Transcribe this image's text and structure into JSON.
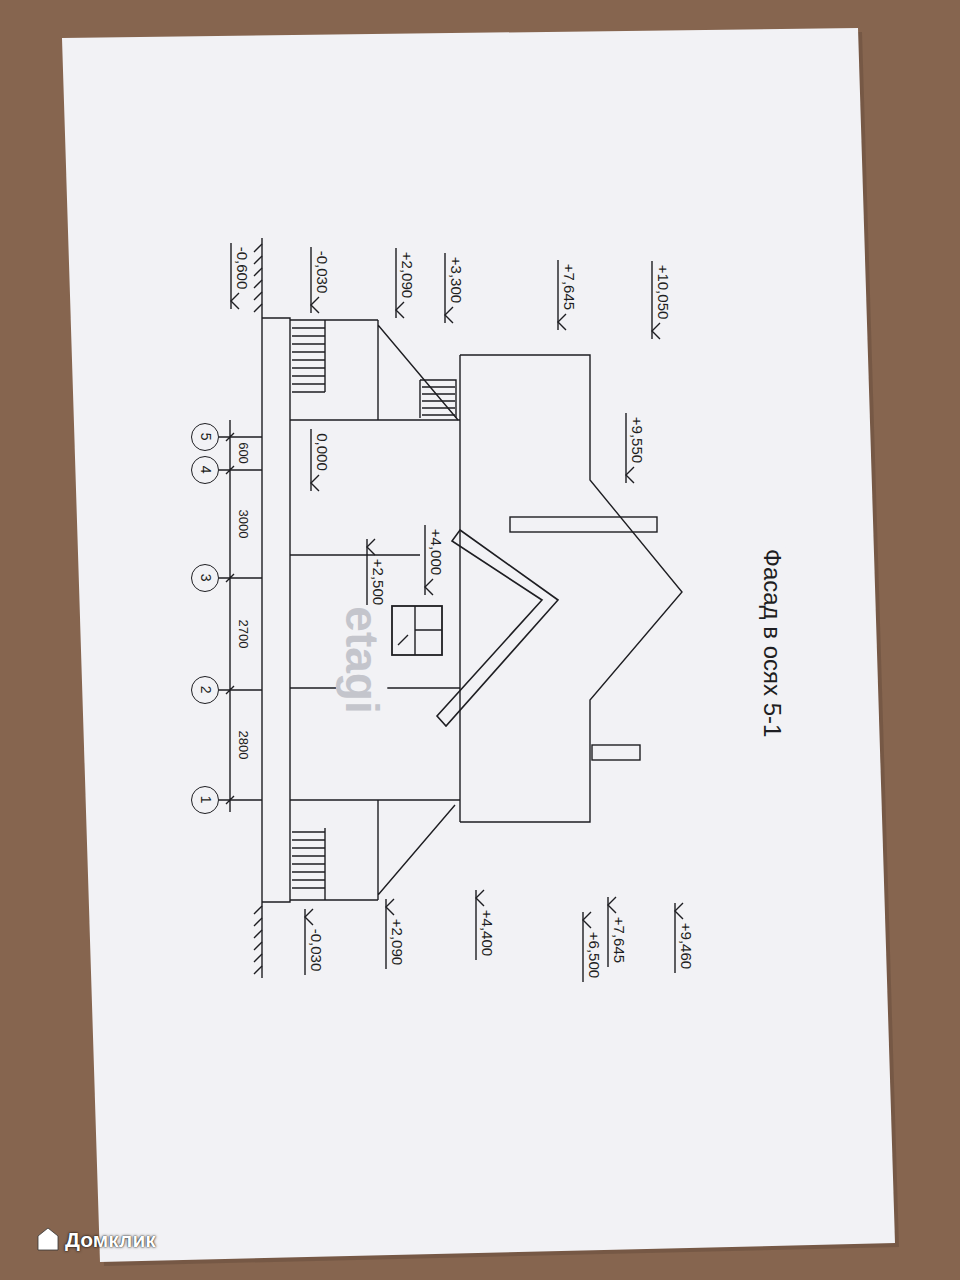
{
  "diagram": {
    "title": "Фасад в осях 5-1",
    "nodes": [
      {
        "text": [
          "5"
        ]
      },
      {
        "text": [
          "4"
        ]
      },
      {
        "text": [
          "3"
        ]
      },
      {
        "text": [
          "2"
        ]
      },
      {
        "text": [
          "1"
        ]
      }
    ],
    "labels": [
      "+10,050",
      "+7,645",
      "+3,300",
      "+2,090",
      "-0,030",
      "-0,600",
      "0,000",
      "600",
      "3000",
      "2700",
      "2800",
      "+2,500",
      "+4,000",
      "+9,550",
      "+9,460",
      "+7,645",
      "+6,500",
      "+4,400",
      "+2,090",
      "-0,030",
      "etagi",
      "Домклик"
    ]
  }
}
